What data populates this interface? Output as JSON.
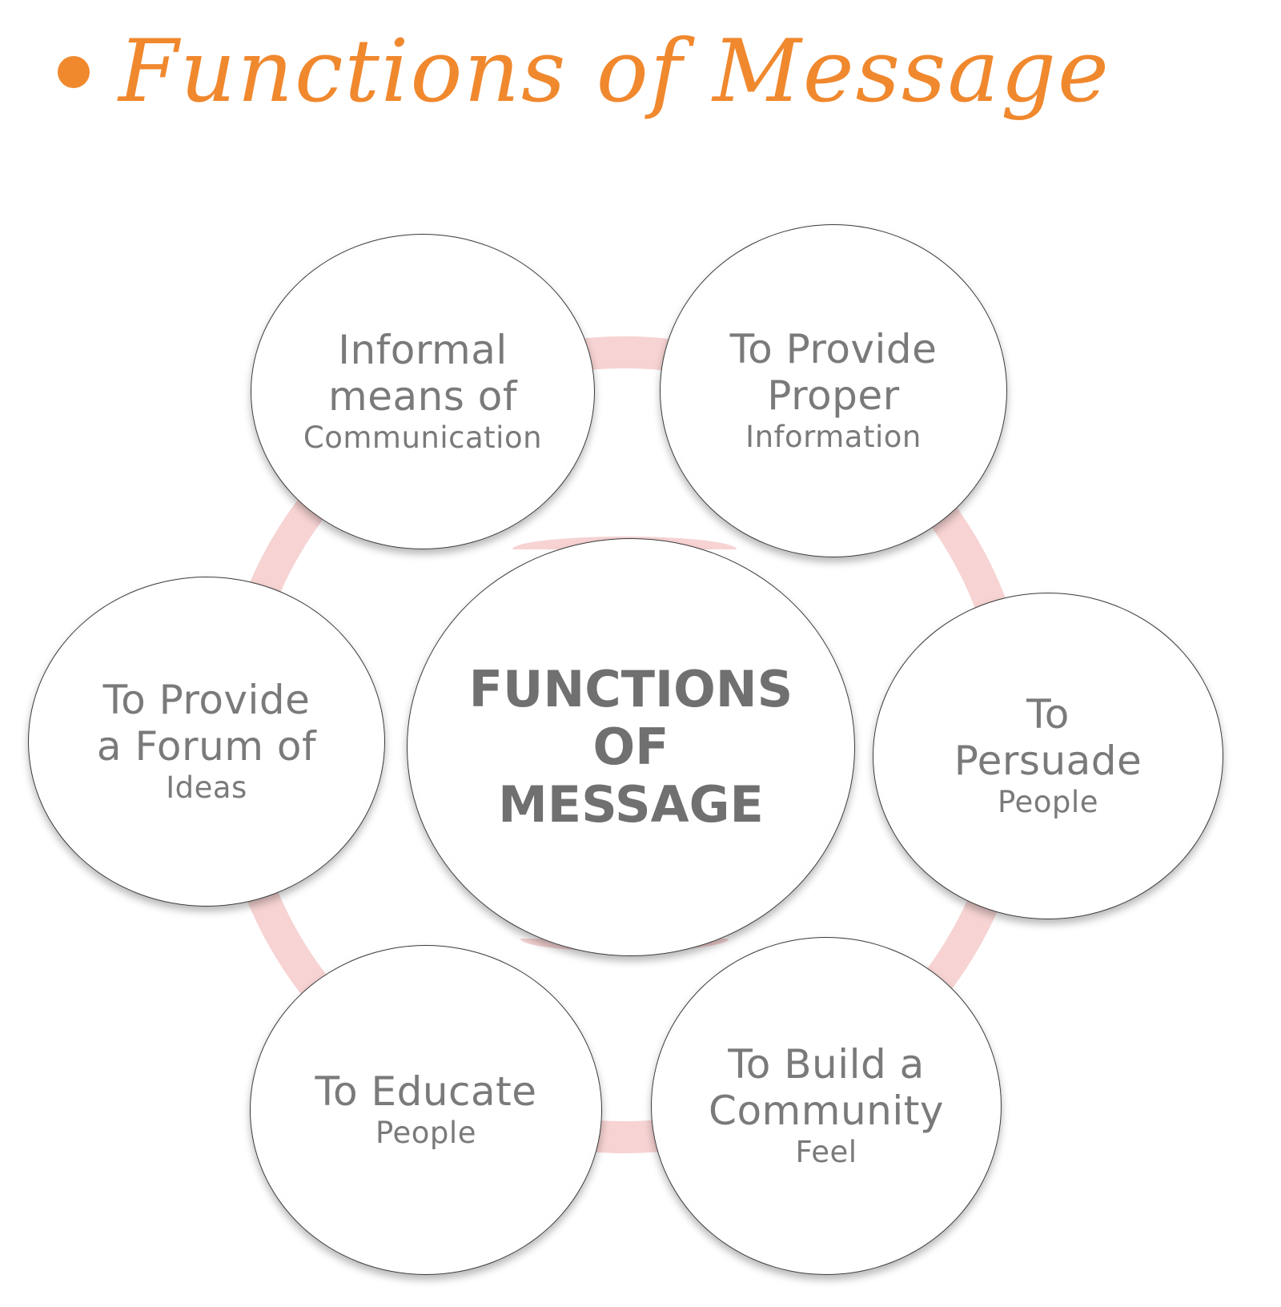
{
  "title": "Functions of Message",
  "colors": {
    "accent": "#f0882e",
    "ring": "#f7d3d3",
    "text": "#7a7a7a"
  },
  "center": {
    "lines": [
      "FUNCTIONS",
      "OF",
      "MESSAGE"
    ]
  },
  "nodes": [
    {
      "lines": [
        "Informal",
        "means of"
      ],
      "small": [
        "Communication"
      ]
    },
    {
      "lines": [
        "To Provide",
        "Proper"
      ],
      "small": [
        "Information"
      ]
    },
    {
      "lines": [
        "To",
        "Persuade"
      ],
      "small": [
        "People"
      ]
    },
    {
      "lines": [
        "To Build a",
        "Community"
      ],
      "small": [
        "Feel"
      ]
    },
    {
      "lines": [
        "To Educate"
      ],
      "small": [
        "People"
      ]
    },
    {
      "lines": [
        "To Provide",
        "a Forum of"
      ],
      "small": [
        "Ideas"
      ]
    }
  ]
}
